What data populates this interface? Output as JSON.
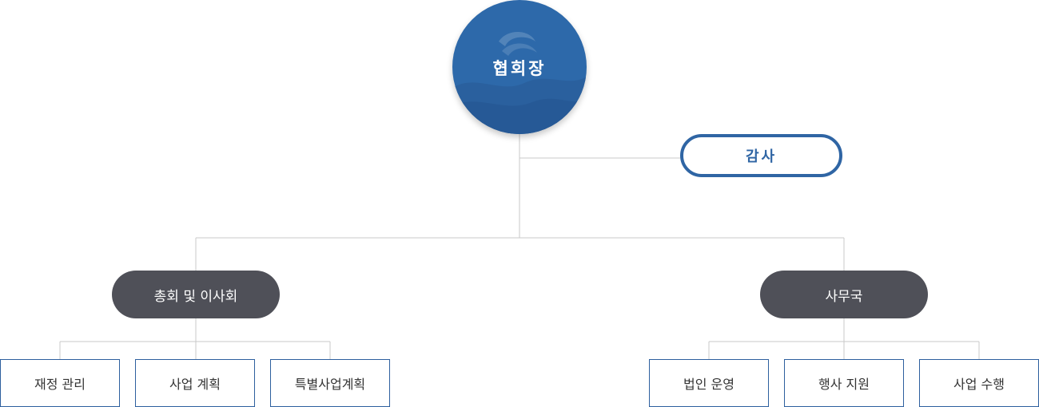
{
  "president": {
    "label": "협회장"
  },
  "auditor": {
    "label": "감사"
  },
  "branches": [
    {
      "label": "총회 및 이사회",
      "children": [
        "재정 관리",
        "사업 계획",
        "특별사업계획"
      ]
    },
    {
      "label": "사무국",
      "children": [
        "법인 운영",
        "행사 지원",
        "사업 수행"
      ]
    }
  ],
  "colors": {
    "primary_blue": "#2d69aa",
    "dark_gray": "#4f5058",
    "line_gray": "#c8c8c8",
    "leaf_border": "#2d5f9e"
  },
  "icons": {
    "president_emblem": "wave-emblem-icon"
  }
}
